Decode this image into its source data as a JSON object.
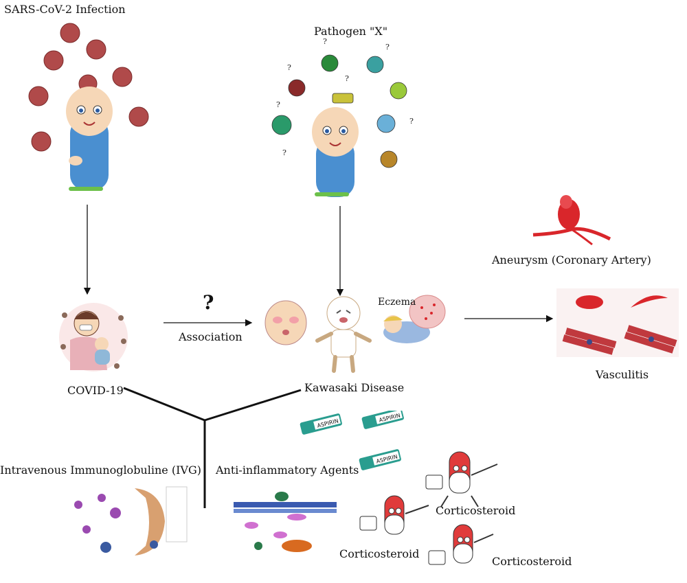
{
  "labels": {
    "sars_title": "SARS-CoV-2 Infection",
    "pathogen_title": "Pathogen \"X\"",
    "aneurysm": "Aneurysm (Coronary Artery)",
    "association": "Association",
    "association_mark": "?",
    "eczema": "Eczema",
    "covid": "COVID-19",
    "kawasaki": "Kawasaki Disease",
    "vasculitis": "Vasculitis",
    "ivg": "Intravenous Immunoglobuline (IVG)",
    "anti_inflammatory": "Anti-inflammatory Agents",
    "cortico_1": "Corticosteroid",
    "cortico_2": "Corticosteroid",
    "cortico_3": "Corticosteroid",
    "aspirin": "ASPIRIN"
  },
  "pathogen_question_mark": "?",
  "colors": {
    "virus": "#b04a4a",
    "baby_suit": "#4a8fd0",
    "skin": "#f6d7b7",
    "artery": "#d9262b",
    "aspirin": "#2a9d8f",
    "pill_red": "#e03b3b",
    "line": "#111111"
  }
}
